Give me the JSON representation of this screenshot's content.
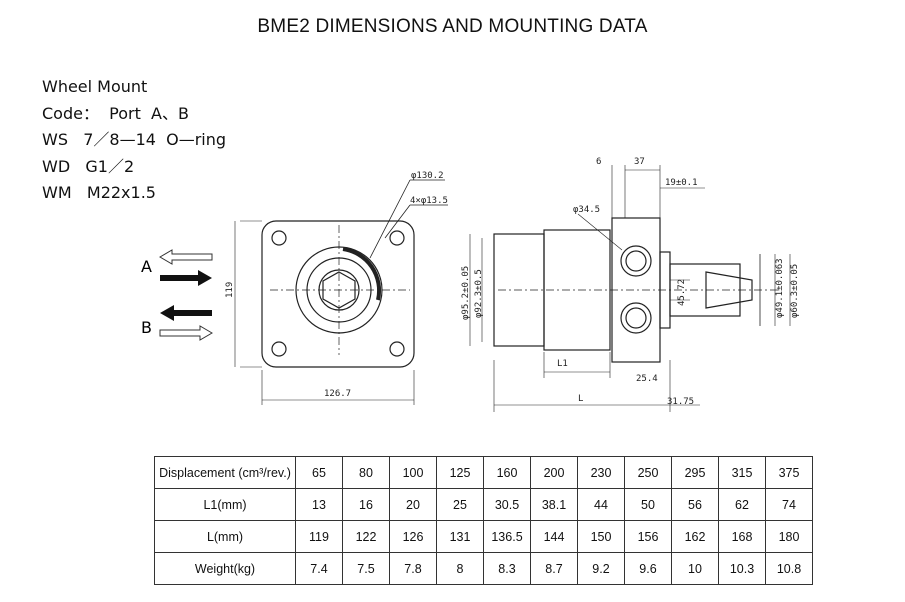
{
  "title": "BME2 DIMENSIONS AND  MOUNTING DATA",
  "mount_info": [
    "Wheel Mount",
    "Code：  Port  A、B",
    "WS   7／8—14  O—ring",
    "WD   G1／2",
    "WM   M22x1.5"
  ],
  "drawing": {
    "port_a": "A",
    "port_b": "B",
    "dims": {
      "flange_dia": "φ130.2",
      "holes": "4×φ13.5",
      "height": "119",
      "width": "126.7",
      "d6": "6",
      "d37": "37",
      "d19": "19±0.1",
      "d34": "φ34.5",
      "d95": "φ95.2±0.05",
      "d92": "φ92.3±0.5",
      "d45": "45.72",
      "d49": "φ49.1±0.063",
      "d60": "φ60.3±0.05",
      "l1": "L1",
      "d254": "25.4",
      "l": "L",
      "d3175": "31.75"
    }
  },
  "table": {
    "rows": [
      {
        "label": "Displacement (cm³/rev.)",
        "values": [
          "65",
          "80",
          "100",
          "125",
          "160",
          "200",
          "230",
          "250",
          "295",
          "315",
          "375"
        ]
      },
      {
        "label": "L1(mm)",
        "values": [
          "13",
          "16",
          "20",
          "25",
          "30.5",
          "38.1",
          "44",
          "50",
          "56",
          "62",
          "74"
        ]
      },
      {
        "label": "L(mm)",
        "values": [
          "119",
          "122",
          "126",
          "131",
          "136.5",
          "144",
          "150",
          "156",
          "162",
          "168",
          "180"
        ]
      },
      {
        "label": "Weight(kg)",
        "values": [
          "7.4",
          "7.5",
          "7.8",
          "8",
          "8.3",
          "8.7",
          "9.2",
          "9.6",
          "10",
          "10.3",
          "10.8"
        ]
      }
    ]
  }
}
